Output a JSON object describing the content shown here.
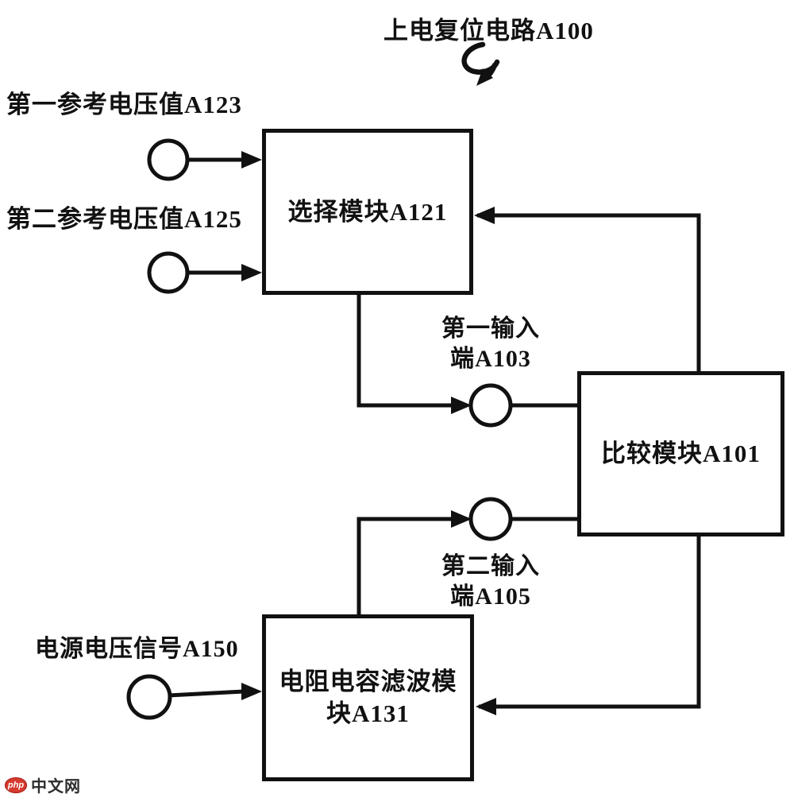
{
  "title": "上电复位电路A100",
  "labels": {
    "ref1": "第一参考电压值A123",
    "ref2": "第二参考电压值A125",
    "supply": "电源电压信号A150"
  },
  "terminals": {
    "input1": {
      "line1": "第一输入",
      "line2": "端A103"
    },
    "input2": {
      "line1": "第二输入",
      "line2": "端A105"
    }
  },
  "blocks": {
    "select": {
      "label": "选择模块A121"
    },
    "compare": {
      "label": "比较模块A101"
    },
    "rc": {
      "line1": "电阻电容滤波模",
      "line2": "块A131"
    }
  },
  "watermark": {
    "badge": "php",
    "text": "中文网",
    "badge_color": "#d63a2e"
  },
  "colors": {
    "line": "#111111",
    "background": "#ffffff"
  }
}
